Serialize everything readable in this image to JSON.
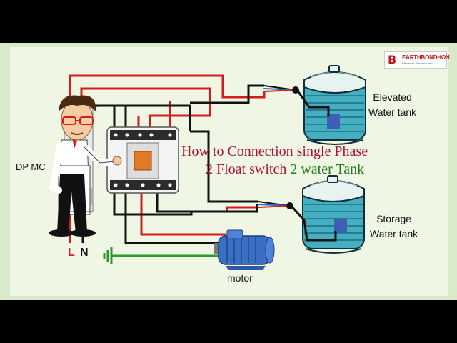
{
  "title": {
    "line1": "How to Connection single Phase",
    "line2_part1": "2 Float switch ",
    "line2_part2": "2 water Tank"
  },
  "labels": {
    "dp_mcb": "DP MC",
    "elevated_line1": "Elevated",
    "elevated_line2": "Water tank",
    "storage_line1": "Storage",
    "storage_line2": "Water tank",
    "motor": "motor",
    "line_l": "L",
    "line_n": "N"
  },
  "logo": {
    "mark": "B",
    "brand": "EARTHBONDHON",
    "tagline": "Electronic Electrical Info"
  },
  "colors": {
    "phase_wire": "#d41c1c",
    "neutral_wire": "#111111",
    "earth_wire": "#2e9a2e",
    "tank_water": "#3aa3b6",
    "float_switch": "#3d5fb5",
    "motor_body": "#3a6fc4",
    "title_red": "#b01035",
    "title_green": "#1e7a1a"
  }
}
